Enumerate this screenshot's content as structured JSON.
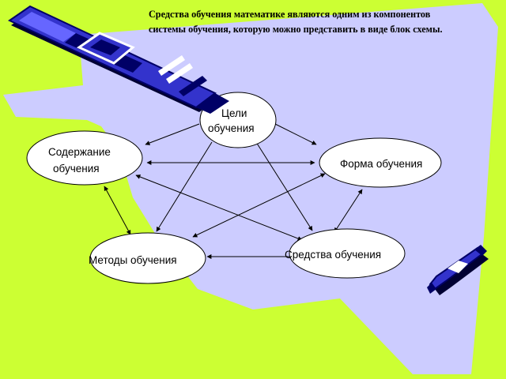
{
  "title": "Средства обучения математике являются одним из компонентов системы обучения, которую можно представить в виде блок схемы.",
  "nodes": {
    "goals": {
      "line1": "Цели",
      "line2": "обучения"
    },
    "content": {
      "line1": "Содержание",
      "line2": "обучения"
    },
    "form": {
      "label": "Форма обучения"
    },
    "methods": {
      "label": "Методы обучения"
    },
    "means": {
      "label": "Средства обучения"
    }
  },
  "colors": {
    "background": "#ccff33",
    "paper": "#ccccff",
    "node_fill": "#ffffff",
    "pen_body": "#3333cc",
    "pen_dark": "#000066",
    "pen_light": "#ffffff"
  },
  "icons": [
    "marker-pen-icon",
    "small-marker-icon"
  ]
}
